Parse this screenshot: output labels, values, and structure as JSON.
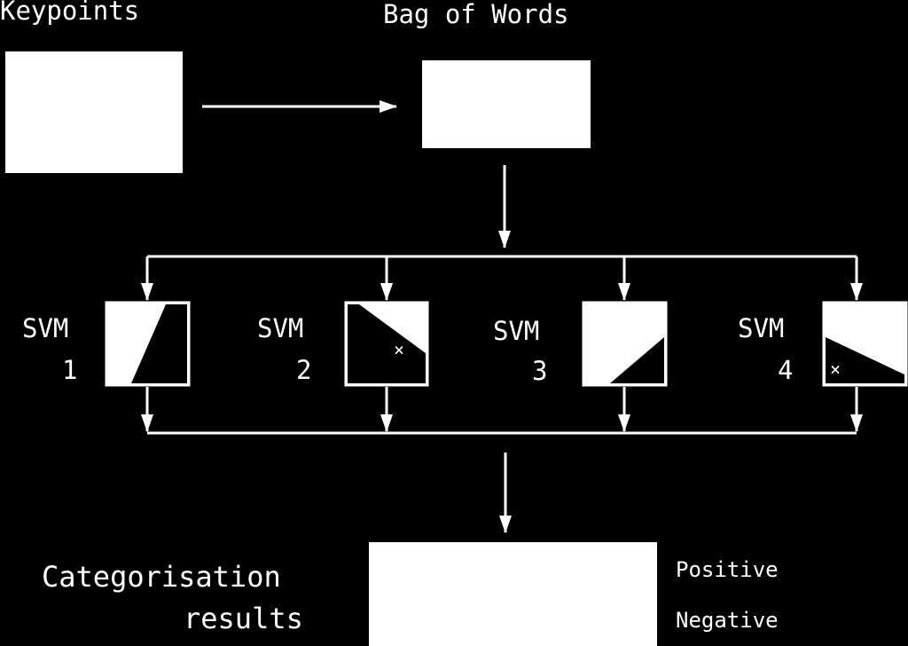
{
  "colors": {
    "background": "#000000",
    "foreground": "#ffffff"
  },
  "keypoints": {
    "label": "Keypoints"
  },
  "bag_of_words": {
    "label": "Bag of Words"
  },
  "svms": [
    {
      "name": "SVM",
      "number": "1",
      "decision_shape": "diagonal-wedge",
      "marker": ""
    },
    {
      "name": "SVM",
      "number": "2",
      "decision_shape": "descending-cut",
      "marker": "×"
    },
    {
      "name": "SVM",
      "number": "3",
      "decision_shape": "corner-triangle",
      "marker": ""
    },
    {
      "name": "SVM",
      "number": "4",
      "decision_shape": "lower-wedge",
      "marker": "×"
    }
  ],
  "results": {
    "label_line1": "Categorisation",
    "label_line2": "results",
    "positive": "Positive",
    "negative": "Negative"
  },
  "icons": {
    "arrow": "arrow-icon",
    "cross_marker": "cross-icon"
  }
}
